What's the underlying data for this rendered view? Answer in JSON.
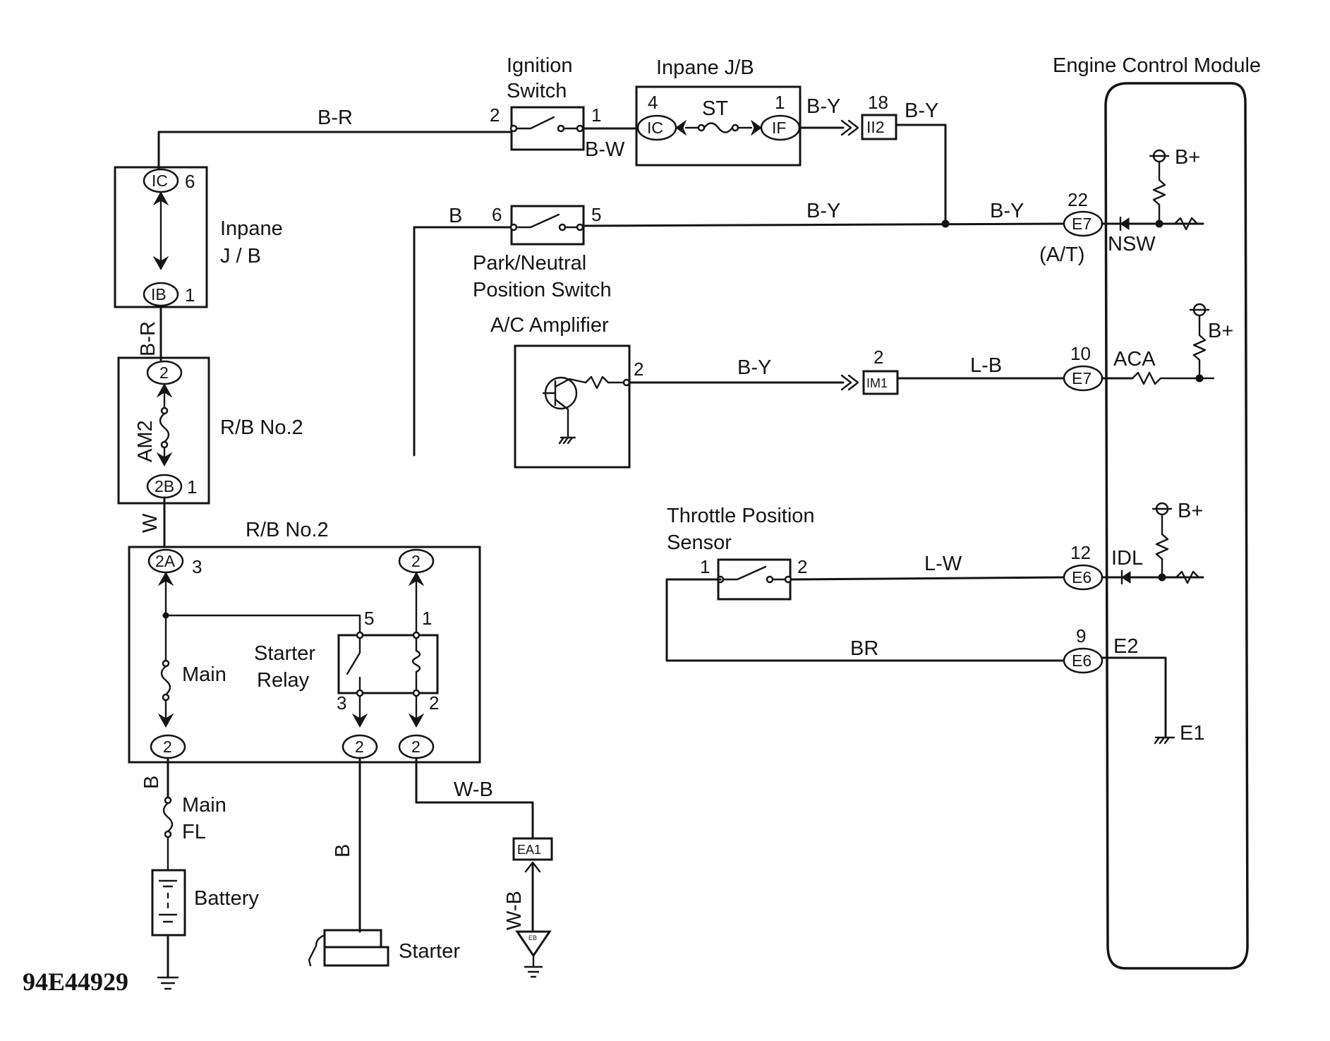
{
  "diagram_code": "94E44929",
  "components": {
    "ecm": "Engine Control Module",
    "ignition_switch": [
      "Ignition",
      "Switch"
    ],
    "inpane_jb_top": "Inpane J/B",
    "inpane_jb_left": [
      "Inpane",
      "J / B"
    ],
    "rb2_upper": "R/B No.2",
    "rb2_lower": "R/B No.2",
    "am2_fuse": "AM2",
    "park_neutral": [
      "Park/Neutral",
      "Position Switch"
    ],
    "ac_amplifier": "A/C Amplifier",
    "throttle_sensor": [
      "Throttle Position",
      "Sensor"
    ],
    "main_fuse": "Main",
    "starter_relay": [
      "Starter",
      "Relay"
    ],
    "main_fl": [
      "Main",
      "FL"
    ],
    "battery": "Battery",
    "starter": "Starter",
    "st_fuse": "ST"
  },
  "wires": {
    "br_top": "B-R",
    "br_vertical": "B-R",
    "bw": "B-W",
    "by_jb_out": "B-Y",
    "by_after_ii2": "B-Y",
    "by_pn": "B-Y",
    "by_e7": "B-Y",
    "b_pn": "B",
    "by_ac": "B-Y",
    "lb_ac": "L-B",
    "lw_tps": "L-W",
    "br_e2": "BR",
    "w_vertical": "W",
    "b_battery": "B",
    "b_starter": "B",
    "wb_horizontal": "W-B",
    "wb_vertical": "W-B"
  },
  "terminals": {
    "ic_top": "IC",
    "if_top": "IF",
    "ic_left": "IC",
    "ib_left": "IB",
    "rb2_2_top": "2",
    "rb2_2b": "2B",
    "rb2_2a": "2A",
    "rb2_2_right": "2",
    "rb2_2_main": "2",
    "rb2_2_relay3": "2",
    "rb2_2_relay2": "2",
    "e7_nsw": "E7",
    "e7_aca": "E7",
    "e6_idl": "E6",
    "e6_e2": "E6",
    "ii2": "II2",
    "im1": "IM1",
    "ea1": "EA1",
    "eb": "EB"
  },
  "pins": {
    "ign_2": "2",
    "ign_1": "1",
    "jb_4": "4",
    "jb_1": "1",
    "ii2_18": "18",
    "ic_6": "6",
    "ib_1": "1",
    "b2_1": "1",
    "a2_3": "3",
    "pn_6": "6",
    "pn_5": "5",
    "ac_2": "2",
    "im1_2": "2",
    "e7_22": "22",
    "e7_10": "10",
    "tps_1": "1",
    "tps_2": "2",
    "e6_12": "12",
    "e6_9": "9",
    "relay_5": "5",
    "relay_1": "1",
    "relay_3": "3",
    "relay_2": "2"
  },
  "ecm_labels": {
    "at": "(A/T)",
    "nsw": "NSW",
    "aca": "ACA",
    "idl": "IDL",
    "e2": "E2",
    "e1": "E1",
    "bplus_1": "B+",
    "bplus_2": "B+",
    "bplus_3": "B+"
  }
}
